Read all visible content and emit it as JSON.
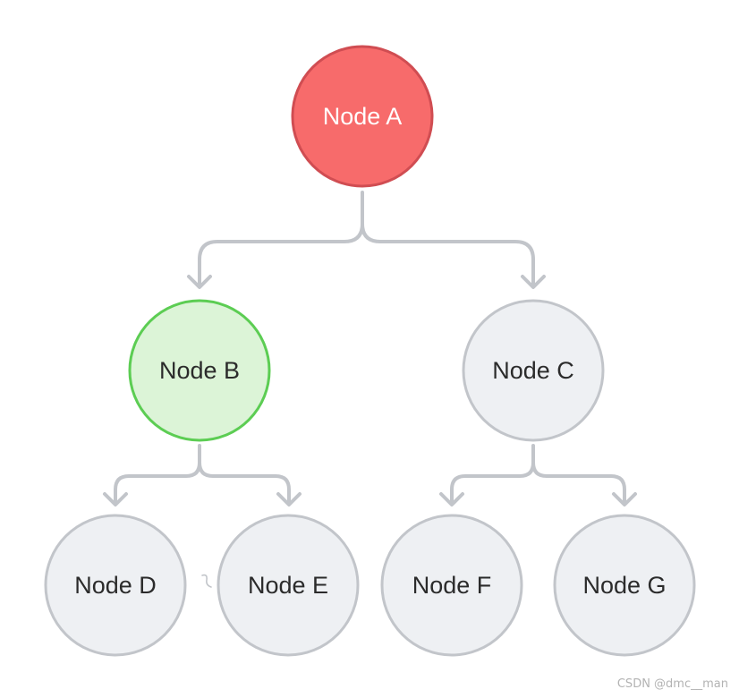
{
  "nodes": {
    "a": {
      "label": "Node A",
      "fill": "#f76b6b",
      "stroke": "#d04d52",
      "text_color": "#ffffff"
    },
    "b": {
      "label": "Node B",
      "fill": "#dcf4d7",
      "stroke": "#5ccd53",
      "text_color": "#2b2b2b"
    },
    "c": {
      "label": "Node C",
      "fill": "#eef0f3",
      "stroke": "#c2c5ca",
      "text_color": "#2b2b2b"
    },
    "d": {
      "label": "Node D",
      "fill": "#eef0f3",
      "stroke": "#c2c5ca",
      "text_color": "#2b2b2b"
    },
    "e": {
      "label": "Node E",
      "fill": "#eef0f3",
      "stroke": "#c2c5ca",
      "text_color": "#2b2b2b"
    },
    "f": {
      "label": "Node F",
      "fill": "#eef0f3",
      "stroke": "#c2c5ca",
      "text_color": "#2b2b2b"
    },
    "g": {
      "label": "Node G",
      "fill": "#eef0f3",
      "stroke": "#c2c5ca",
      "text_color": "#2b2b2b"
    }
  },
  "edges": [
    {
      "from": "Node A",
      "to": "Node B"
    },
    {
      "from": "Node A",
      "to": "Node C"
    },
    {
      "from": "Node B",
      "to": "Node D"
    },
    {
      "from": "Node B",
      "to": "Node E"
    },
    {
      "from": "Node C",
      "to": "Node F"
    },
    {
      "from": "Node C",
      "to": "Node G"
    }
  ],
  "connector_color": "#c2c5ca",
  "watermark": "CSDN @dmc__man"
}
